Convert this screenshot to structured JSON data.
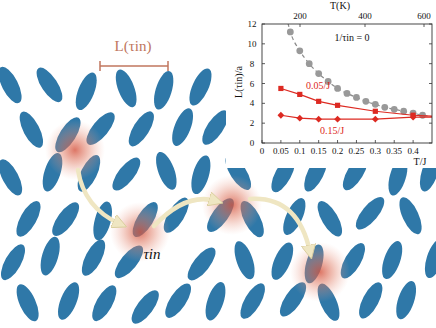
{
  "diagram": {
    "labels": [
      "L(τin)",
      "τin",
      "T(K)",
      "200",
      "400",
      "600",
      "1/τin = 0",
      "L(τin)/a",
      "0",
      "2",
      "4",
      "6",
      "8",
      "10",
      "12",
      "0",
      "0.05",
      "0.1",
      "0.15",
      "0.2",
      "0.25",
      "0.3",
      "0.35",
      "0.4",
      "T/J",
      "0.05/J",
      "0.15/J"
    ]
  }
}
